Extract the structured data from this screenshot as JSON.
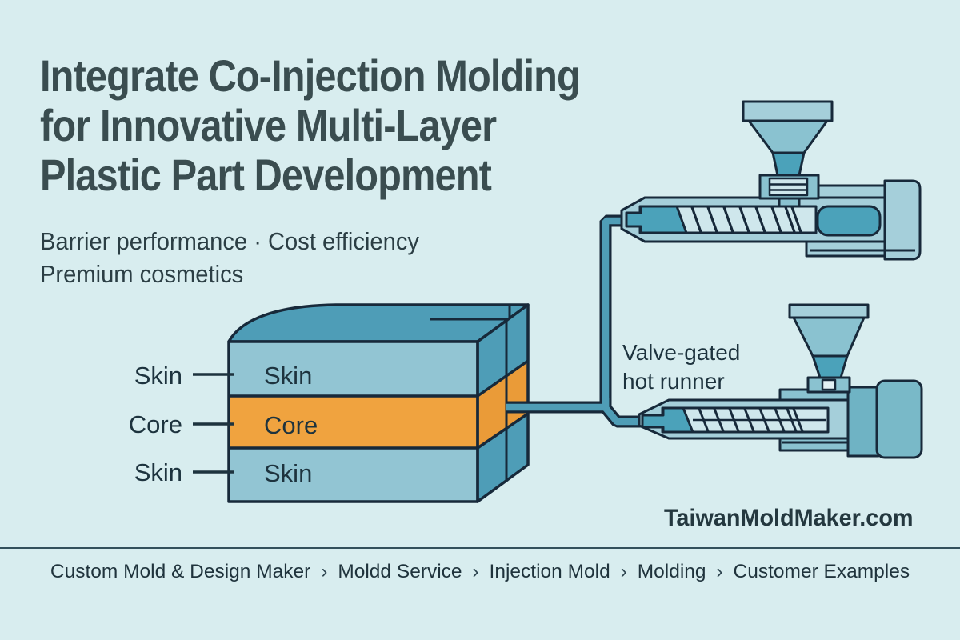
{
  "header": {
    "title_lines": [
      "Integrate Co-Injection Molding",
      "for Innovative Multi-Layer",
      "Plastic Part Development"
    ],
    "subtitle_lines": [
      "Barrier performance · Cost efficiency",
      "Premium cosmetics"
    ]
  },
  "diagram": {
    "left_labels": [
      "Skin",
      "Core",
      "Skin"
    ],
    "front_labels": [
      "Skin",
      "Core",
      "Skin"
    ],
    "annotation_lines": [
      "Valve-gated",
      "hot runner"
    ],
    "colors": {
      "background": "#d8edef",
      "skin_layer": "#92c5d3",
      "core_layer": "#f0a33f",
      "top_face": "#4e9db7",
      "side_orange": "#ea9b38",
      "outline": "#17293a",
      "machine_light": "#a5cfda",
      "machine_medium": "#8ac2d0",
      "machine_dark": "#4ba2ba",
      "chamber_pale": "#cfe7ec",
      "pipe": "#4f9db6"
    }
  },
  "footer": {
    "watermark": "TaiwanMoldMaker.com",
    "breadcrumb_items": [
      "Custom Mold & Design Maker",
      "Moldd Service",
      "Injection Mold",
      "Molding",
      "Customer Examples"
    ],
    "breadcrumb_separator": "›"
  }
}
